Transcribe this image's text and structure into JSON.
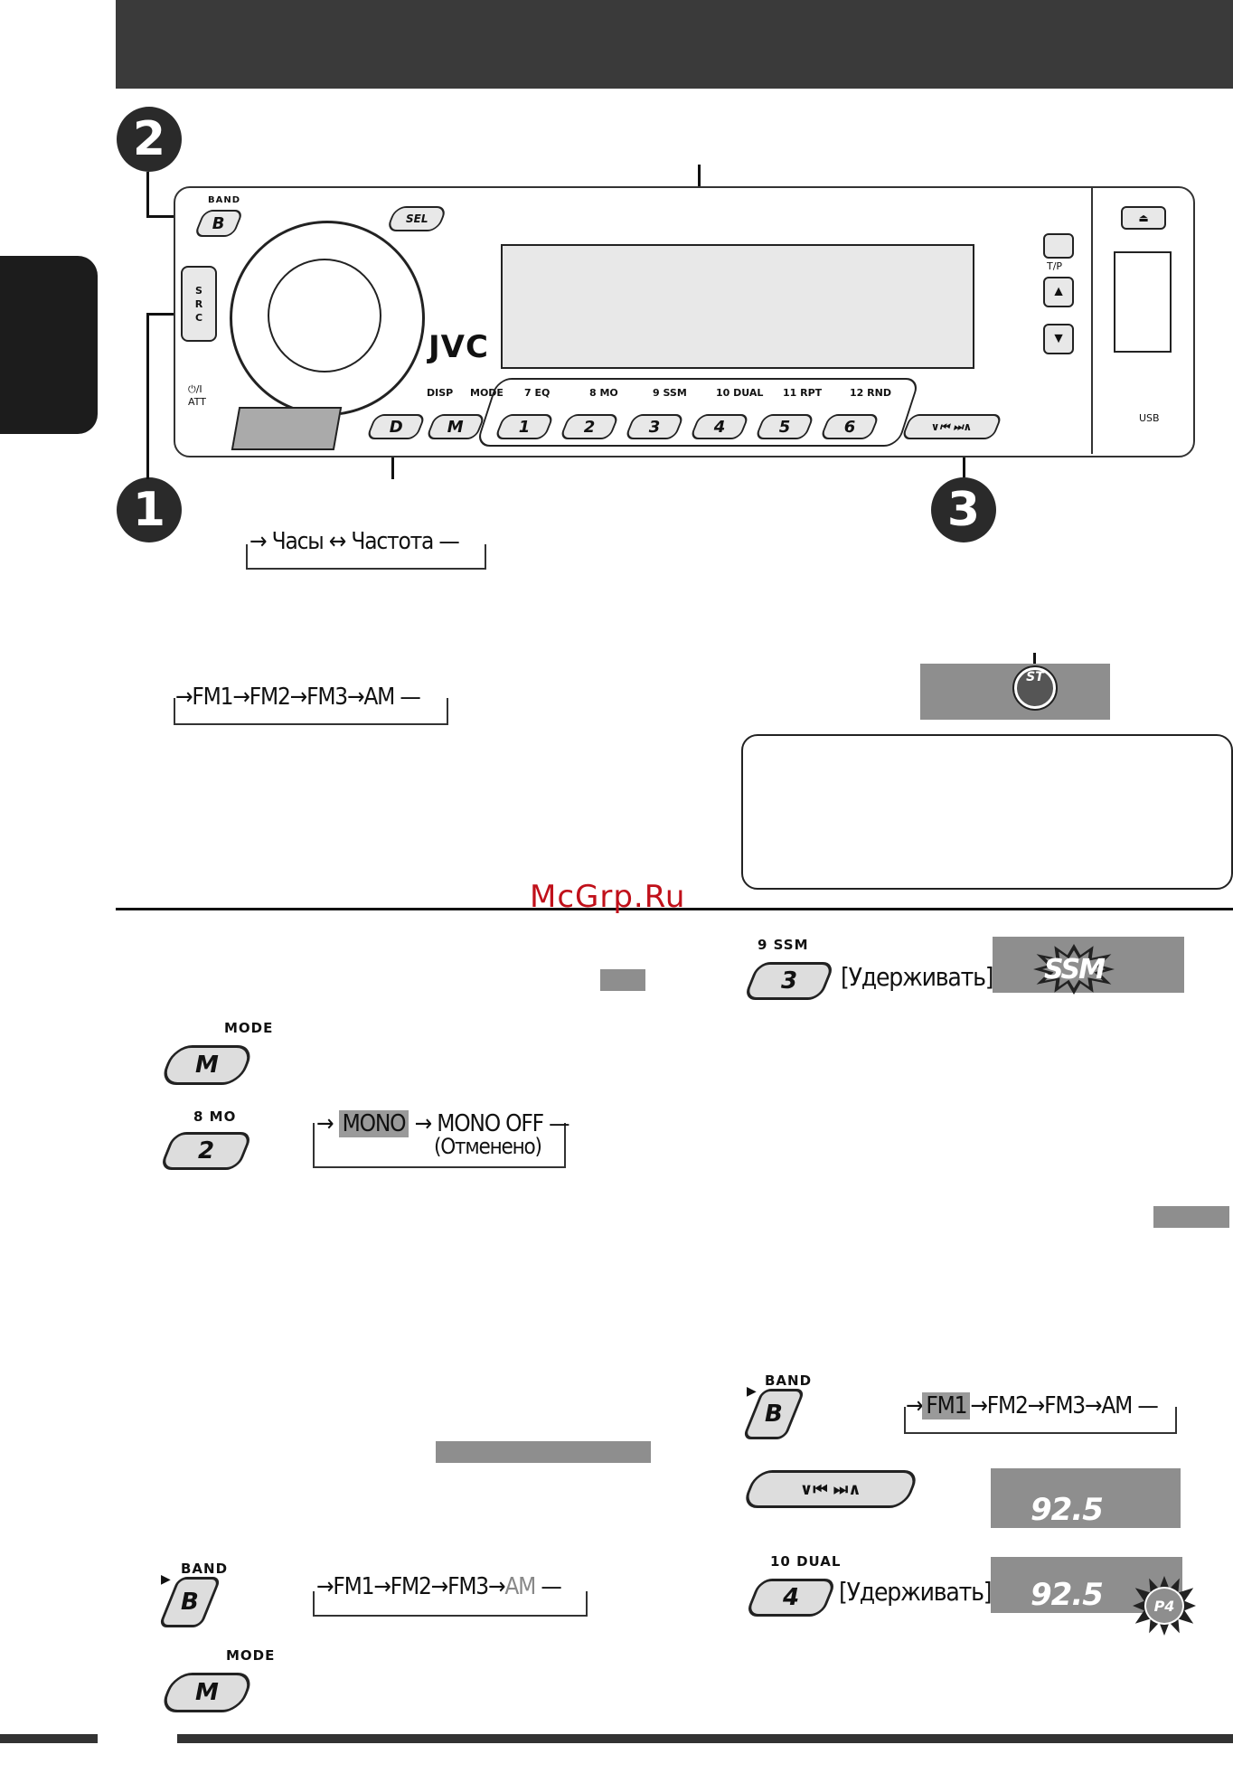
{
  "steps": {
    "one": "1",
    "two": "2",
    "three": "3"
  },
  "brand": "JVC",
  "panel": {
    "band": "BAND",
    "src": "S\nR\nC",
    "att": "⏻/I\nATT",
    "sel": "SEL",
    "disp": "DISP",
    "mode": "MODE",
    "tp": "T/P",
    "usb": "USB",
    "preset_labels": [
      "7  EQ",
      "8  MO",
      "9  SSM",
      "10  DUAL",
      "11  RPT",
      "12  RND"
    ],
    "preset_keys": [
      "1",
      "2",
      "3",
      "4",
      "5",
      "6"
    ],
    "d_key": "D",
    "m_key": "M",
    "b_key": "B"
  },
  "clock_cycle": {
    "a": "Часы",
    "b": "Частота"
  },
  "band_cycle_1": [
    "FM1",
    "FM2",
    "FM3",
    "AM"
  ],
  "st_badge": "ST",
  "watermark": "McGrp.Ru",
  "ssm": {
    "label": "9  SSM",
    "key": "3",
    "hold": "[Удерживать]",
    "indicator": "SSM"
  },
  "mode_label_1": "MODE",
  "mode_key_1": "M",
  "mo": {
    "label": "8  MO",
    "key": "2",
    "mono": "MONO",
    "mono_off": "MONO OFF",
    "canceled": "(Отменено)"
  },
  "band2": {
    "label": "BAND",
    "key": "B",
    "cycle": [
      "FM1",
      "FM2",
      "FM3",
      "AM"
    ]
  },
  "tune": {
    "display": "92.5"
  },
  "dual": {
    "label": "10  DUAL",
    "key": "4",
    "hold": "[Удерживать]",
    "display": "92.5",
    "badge": "P4"
  },
  "band3": {
    "label": "BAND",
    "key": "B",
    "cycle": [
      "FM1",
      "FM2",
      "FM3",
      "AM"
    ]
  },
  "mode_label_2": "MODE",
  "mode_key_2": "M"
}
